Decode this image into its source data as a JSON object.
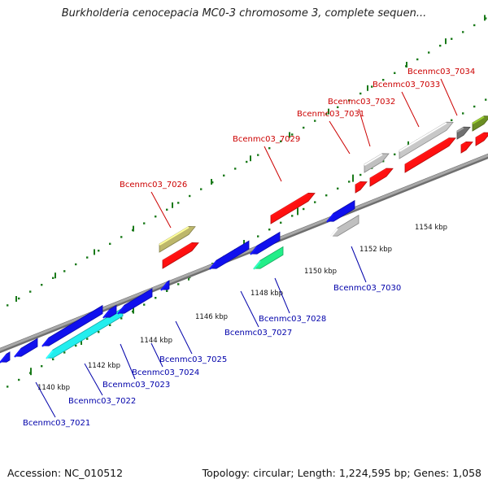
{
  "title": "Burkholderia cenocepacia MC0-3 chromosome 3, complete sequen...",
  "footer": {
    "accession": "Accession: NC_010512",
    "summary": "Topology: circular; Length: 1,224,595 bp; Genes: 1,058"
  },
  "colors": {
    "plus_label": "#cc0000",
    "minus_label": "#0000aa",
    "scale_tick": "#1a7a1a",
    "axis": "#8a8a8a"
  },
  "scale_ticks": [
    {
      "kbp": 1140,
      "label": "1140 kbp"
    },
    {
      "kbp": 1142,
      "label": "1142 kbp"
    },
    {
      "kbp": 1144,
      "label": "1144 kbp"
    },
    {
      "kbp": 1146,
      "label": "1146 kbp"
    },
    {
      "kbp": 1148,
      "label": "1148 kbp"
    },
    {
      "kbp": 1150,
      "label": "1150 kbp"
    },
    {
      "kbp": 1152,
      "label": "1152 kbp"
    },
    {
      "kbp": 1154,
      "label": "1154 kbp"
    }
  ],
  "gene_labels_plus": [
    "Bcenmc03_7026",
    "Bcenmc03_7029",
    "Bcenmc03_7031",
    "Bcenmc03_7032",
    "Bcenmc03_7033",
    "Bcenmc03_7034"
  ],
  "gene_labels_minus": [
    "Bcenmc03_7021",
    "Bcenmc03_7022",
    "Bcenmc03_7023",
    "Bcenmc03_7024",
    "Bcenmc03_7025",
    "Bcenmc03_7027",
    "Bcenmc03_7028",
    "Bcenmc03_7030"
  ]
}
